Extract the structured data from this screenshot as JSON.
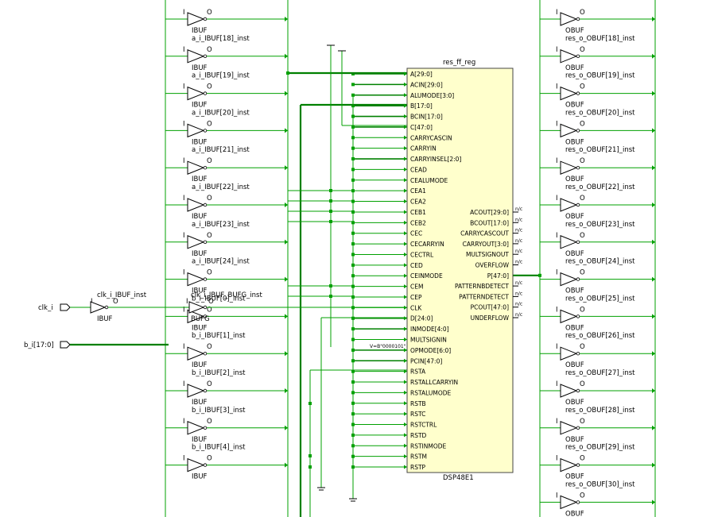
{
  "colors": {
    "wire": "#00a000",
    "bus": "#008000",
    "cell_fill": "#ffffcc",
    "cell_stroke": "#444444",
    "background": "#ffffff"
  },
  "input_buffers": [
    {
      "inst": "",
      "type": "IBUF"
    },
    {
      "inst": "a_i_IBUF[18]_inst",
      "type": "IBUF"
    },
    {
      "inst": "a_i_IBUF[19]_inst",
      "type": "IBUF"
    },
    {
      "inst": "a_i_IBUF[20]_inst",
      "type": "IBUF"
    },
    {
      "inst": "a_i_IBUF[21]_inst",
      "type": "IBUF"
    },
    {
      "inst": "a_i_IBUF[22]_inst",
      "type": "IBUF"
    },
    {
      "inst": "a_i_IBUF[23]_inst",
      "type": "IBUF"
    },
    {
      "inst": "a_i_IBUF[24]_inst",
      "type": "IBUF"
    },
    {
      "inst": "b_i_IBUF[0]_inst",
      "type": "IBUF"
    },
    {
      "inst": "b_i_IBUF[1]_inst",
      "type": "IBUF"
    },
    {
      "inst": "b_i_IBUF[2]_inst",
      "type": "IBUF"
    },
    {
      "inst": "b_i_IBUF[3]_inst",
      "type": "IBUF"
    },
    {
      "inst": "b_i_IBUF[4]_inst",
      "type": "IBUF"
    }
  ],
  "output_buffers": [
    {
      "inst": "",
      "type": "OBUF"
    },
    {
      "inst": "res_o_OBUF[18]_inst",
      "type": "OBUF"
    },
    {
      "inst": "res_o_OBUF[19]_inst",
      "type": "OBUF"
    },
    {
      "inst": "res_o_OBUF[20]_inst",
      "type": "OBUF"
    },
    {
      "inst": "res_o_OBUF[21]_inst",
      "type": "OBUF"
    },
    {
      "inst": "res_o_OBUF[22]_inst",
      "type": "OBUF"
    },
    {
      "inst": "res_o_OBUF[23]_inst",
      "type": "OBUF"
    },
    {
      "inst": "res_o_OBUF[24]_inst",
      "type": "OBUF"
    },
    {
      "inst": "res_o_OBUF[25]_inst",
      "type": "OBUF"
    },
    {
      "inst": "res_o_OBUF[26]_inst",
      "type": "OBUF"
    },
    {
      "inst": "res_o_OBUF[27]_inst",
      "type": "OBUF"
    },
    {
      "inst": "res_o_OBUF[28]_inst",
      "type": "OBUF"
    },
    {
      "inst": "res_o_OBUF[29]_inst",
      "type": "OBUF"
    },
    {
      "inst": "res_o_OBUF[30]_inst",
      "type": "OBUF"
    }
  ],
  "buffer_pins": {
    "input": "I",
    "output": "O"
  },
  "ports": {
    "clk": "clk_i",
    "b": "b_i[17:0]"
  },
  "clock_path": {
    "ibuf_inst": "clk_i_IBUF_inst",
    "ibuf_type": "IBUF",
    "bufg_inst": "clk_i_IBUF_BUFG_inst",
    "bufg_type": "BUFG"
  },
  "dsp": {
    "inst": "res_ff_reg",
    "type": "DSP48E1",
    "opmode_value": "V=B\"0000101\"",
    "inputs": [
      "A[29:0]",
      "ACIN[29:0]",
      "ALUMODE[3:0]",
      "B[17:0]",
      "BCIN[17:0]",
      "C[47:0]",
      "CARRYCASCIN",
      "CARRYIN",
      "CARRYINSEL[2:0]",
      "CEAD",
      "CEALUMODE",
      "CEA1",
      "CEA2",
      "CEB1",
      "CEB2",
      "CEC",
      "CECARRYIN",
      "CECTRL",
      "CED",
      "CEINMODE",
      "CEM",
      "CEP",
      "CLK",
      "D[24:0]",
      "INMODE[4:0]",
      "MULTSIGNIN",
      "OPMODE[6:0]",
      "PCIN[47:0]",
      "RSTA",
      "RSTALLCARRYIN",
      "RSTALUMODE",
      "RSTB",
      "RSTC",
      "RSTCTRL",
      "RSTD",
      "RSTINMODE",
      "RSTM",
      "RSTP"
    ],
    "outputs": [
      "ACOUT[29:0]",
      "BCOUT[17:0]",
      "CARRYCASCOUT",
      "CARRYOUT[3:0]",
      "MULTSIGNOUT",
      "OVERFLOW",
      "P[47:0]",
      "PATTERNBDETECT",
      "PATTERNDETECT",
      "PCOUT[47:0]",
      "UNDERFLOW"
    ],
    "nc_label": "n/c"
  }
}
